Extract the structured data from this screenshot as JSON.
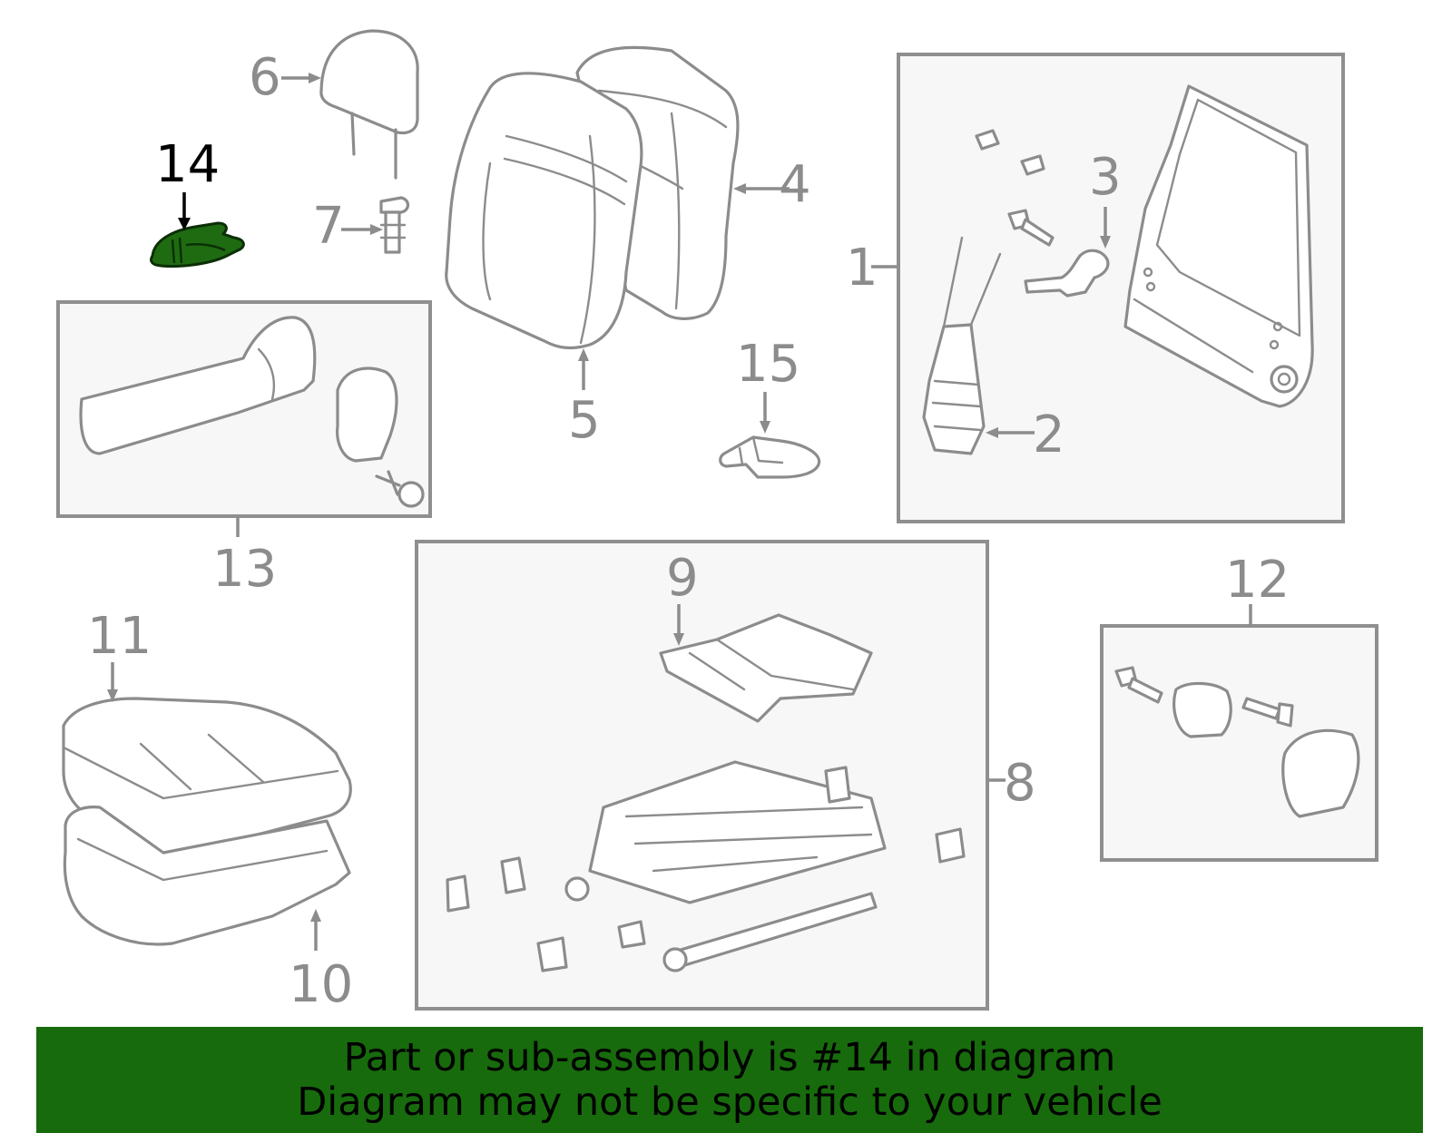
{
  "colors": {
    "highlight_part": "#1f6b12",
    "banner_background": "#176b0c",
    "line_gray": "#8c8c8c",
    "box_fill": "#f7f7f7"
  },
  "callouts": {
    "c1": "1",
    "c2": "2",
    "c3": "3",
    "c4": "4",
    "c5": "5",
    "c6": "6",
    "c7": "7",
    "c8": "8",
    "c9": "9",
    "c10": "10",
    "c11": "11",
    "c12": "12",
    "c13": "13",
    "c14": "14",
    "c15": "15"
  },
  "highlighted_callout": "14",
  "banner": {
    "line1": "Part or sub-assembly is #14 in diagram",
    "line2": "Diagram may not be specific to your vehicle"
  }
}
